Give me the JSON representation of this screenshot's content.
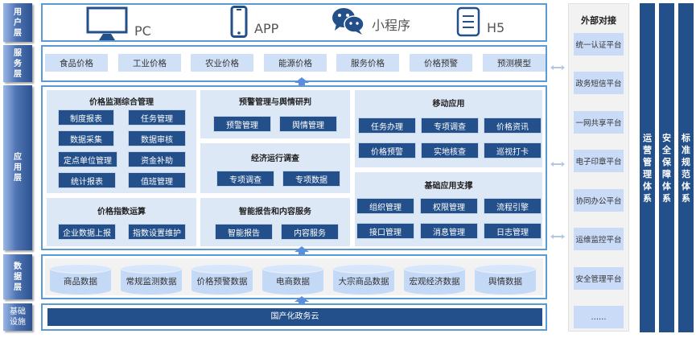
{
  "layers": {
    "user": "用户层",
    "service": "服务层",
    "application": "应用层",
    "data": "数据层",
    "infra": "基础设施"
  },
  "user_layer": {
    "clients": [
      {
        "label": "PC",
        "icon": "monitor-icon"
      },
      {
        "label": "APP",
        "icon": "smartphone-icon"
      },
      {
        "label": "小程序",
        "icon": "wechat-icon"
      },
      {
        "label": "H5",
        "icon": "document-icon"
      }
    ]
  },
  "service_layer": {
    "items": [
      "食品价格",
      "工业价格",
      "农业价格",
      "能源价格",
      "服务价格",
      "价格预警",
      "预测模型"
    ]
  },
  "application_layer": {
    "price_monitoring": {
      "title": "价格监测综合管理",
      "items": [
        "制度报表",
        "任务管理",
        "数据采集",
        "数据审核",
        "定点单位管理",
        "资金补助",
        "统计报表",
        "值班管理"
      ]
    },
    "price_index": {
      "title": "价格指数运算",
      "items": [
        "企业数据上报",
        "指数设置维护"
      ]
    },
    "warning": {
      "title": "预警管理与舆情研判",
      "items": [
        "预警管理",
        "舆情管理"
      ]
    },
    "economic_survey": {
      "title": "经济运行调查",
      "items": [
        "专项调查",
        "专项数据"
      ]
    },
    "smart_report": {
      "title": "智能报告和内容服务",
      "items": [
        "智能报告",
        "内容服务"
      ]
    },
    "mobile": {
      "title": "移动应用",
      "items": [
        "任务办理",
        "专项调查",
        "价格资讯",
        "价格预警",
        "实地核查",
        "巡视打卡"
      ]
    },
    "base_support": {
      "title": "基础应用支撑",
      "items": [
        "组织管理",
        "权限管理",
        "流程引擎",
        "接口管理",
        "消息管理",
        "日志管理"
      ]
    }
  },
  "data_layer": {
    "items": [
      "商品数据",
      "常规监测数据",
      "价格预警数据",
      "电商数据",
      "大宗商品数据",
      "宏观经济数据",
      "舆情数据"
    ]
  },
  "infra_layer": {
    "label": "国产化政务云"
  },
  "external": {
    "title": "外部对接",
    "items": [
      "统一认证平台",
      "政务短信平台",
      "一网共享平台",
      "电子印章平台",
      "协同办公平台",
      "运维监控平台",
      "安全管理平台",
      "……"
    ]
  },
  "pillars": [
    "运营管理体系",
    "安全保障体系",
    "标准规范体系"
  ],
  "colors": {
    "dark_blue": "#234f8a",
    "frame_blue": "#5b9bd5",
    "light_blue": "#cfe0f7",
    "panel_bg": "#dde8f7",
    "arrow_blue": "#5b8fdc"
  }
}
